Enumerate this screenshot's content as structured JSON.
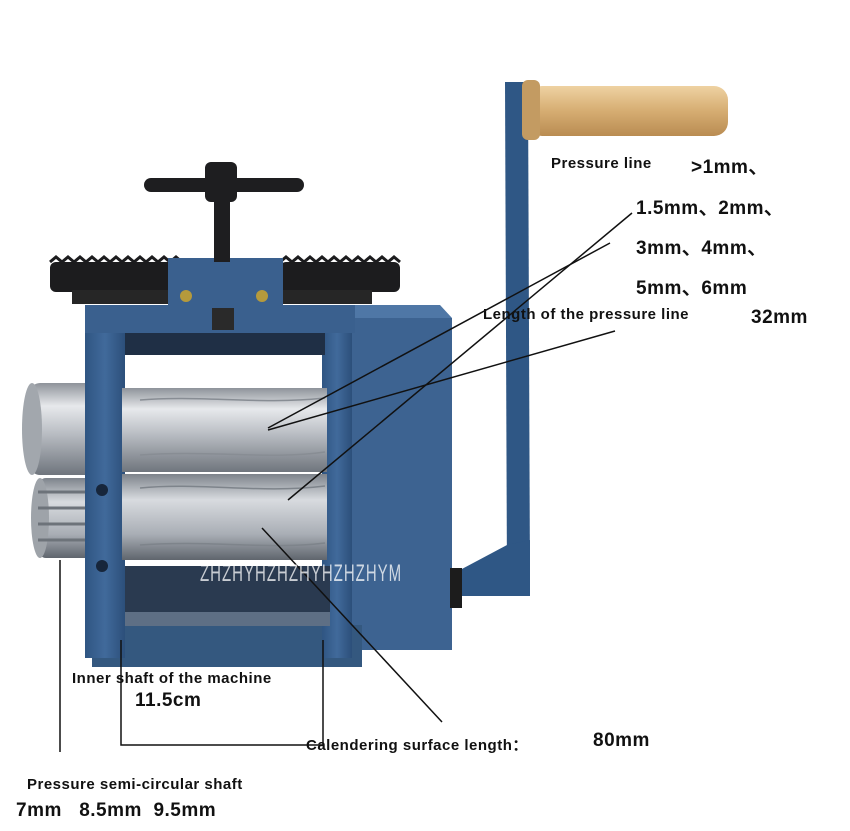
{
  "annotations": {
    "pressure_line_label": "Pressure line",
    "pressure_line_sizes": [
      ">1mm、",
      "1.5mm、2mm、",
      "3mm、4mm、",
      "5mm、6mm"
    ],
    "length_label": "Length of the pressure line",
    "length_value": "32mm",
    "inner_shaft_label": "Inner shaft of the machine",
    "inner_shaft_value": "11.5cm",
    "calender_label": "Calendering surface length：",
    "calender_value": "80mm",
    "semi_shaft_label": "Pressure semi-circular shaft",
    "semi_shaft_sizes": "7mm   8.5mm  9.5mm"
  },
  "watermark": "ZHZHYHZHZHYHZHZHYM",
  "colors": {
    "machine_blue": "#3a5f8c",
    "machine_blue_dark": "#243f63",
    "steel": "#c9ccd0",
    "handle_wood": "#d9b47c"
  }
}
